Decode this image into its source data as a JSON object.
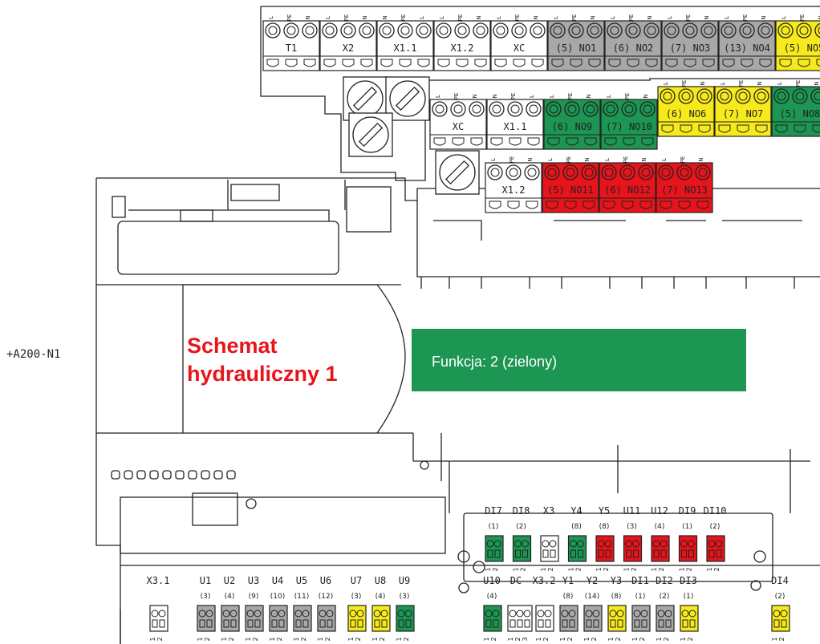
{
  "device_label": "+A200-N1",
  "scheme_title": "Schemat hydrauliczny 1",
  "function_box": {
    "text": "Funkcja: 2 (zielony)",
    "color": "#1c9652"
  },
  "colors": {
    "grey": "#a8a8a8",
    "yellow": "#f7ea1c",
    "green": "#1c9652",
    "red": "#e8141b",
    "white": "#ffffff",
    "title": "#e8141b"
  },
  "top_terminals": [
    {
      "label": "T1",
      "color": "white",
      "pins": [
        "L",
        "PE",
        "N"
      ]
    },
    {
      "label": "X2",
      "color": "white",
      "pins": [
        "L",
        "PE",
        "N"
      ]
    },
    {
      "label": "X1.1",
      "color": "white",
      "pins": [
        "N",
        "PE",
        "L"
      ]
    },
    {
      "label": "X1.2",
      "color": "white",
      "pins": [
        "L",
        "PE",
        "N"
      ]
    },
    {
      "label": "XC",
      "color": "white",
      "pins": [
        "L",
        "PE",
        "N"
      ]
    },
    {
      "label": "(5) NO1",
      "color": "grey",
      "pins": [
        "L",
        "PE",
        "N"
      ]
    },
    {
      "label": "(6) NO2",
      "color": "grey",
      "pins": [
        "L",
        "PE",
        "N"
      ]
    },
    {
      "label": "(7) NO3",
      "color": "grey",
      "pins": [
        "L",
        "PE",
        "N"
      ]
    },
    {
      "label": "(13) NO4",
      "color": "grey",
      "pins": [
        "L",
        "PE",
        "N"
      ]
    },
    {
      "label": "(5) NO5",
      "color": "yellow",
      "pins": [
        "L",
        "PE",
        "N"
      ]
    }
  ],
  "row2_terminals": [
    {
      "label": "(6) NO6",
      "color": "yellow",
      "pins": [
        "L",
        "PE",
        "N"
      ]
    },
    {
      "label": "(7) NO7",
      "color": "yellow",
      "pins": [
        "L",
        "PE",
        "N"
      ]
    },
    {
      "label": "(5) NO8",
      "color": "green",
      "pins": [
        "L",
        "PE",
        "N"
      ]
    }
  ],
  "mid_terminals": [
    {
      "label": "XC",
      "color": "white",
      "pins": [
        "L",
        "PE",
        "N"
      ]
    },
    {
      "label": "X1.1",
      "color": "white",
      "pins": [
        "N",
        "PE",
        "L"
      ]
    },
    {
      "label": "(6) NO9",
      "color": "green",
      "pins": [
        "L",
        "PE",
        "N"
      ]
    },
    {
      "label": "(7) NO10",
      "color": "green",
      "pins": [
        "L",
        "PE",
        "N"
      ]
    }
  ],
  "row4_terminals": [
    {
      "label": "X1.2",
      "color": "white",
      "pins": [
        "L",
        "PE",
        "N"
      ]
    },
    {
      "label": "(5) NO11",
      "color": "red",
      "pins": [
        "L",
        "PE",
        "N"
      ]
    },
    {
      "label": "(6) NO12",
      "color": "red",
      "pins": [
        "L",
        "PE",
        "N"
      ]
    },
    {
      "label": "(7) NO13",
      "color": "red",
      "pins": [
        "L",
        "PE",
        "N"
      ]
    }
  ],
  "upper_io": [
    {
      "label": "DI7",
      "count": "(1)",
      "color": "green"
    },
    {
      "label": "DI8",
      "count": "(2)",
      "color": "green"
    },
    {
      "label": "X3",
      "count": "",
      "color": "white"
    },
    {
      "label": "Y4",
      "count": "(8)",
      "color": "green"
    },
    {
      "label": "Y5",
      "count": "(8)",
      "color": "red"
    },
    {
      "label": "U11",
      "count": "(3)",
      "color": "red"
    },
    {
      "label": "U12",
      "count": "(4)",
      "color": "red"
    },
    {
      "label": "DI9",
      "count": "(1)",
      "color": "red"
    },
    {
      "label": "DI10",
      "count": "(2)",
      "color": "red"
    }
  ],
  "bottom_io": [
    {
      "label": "X3.1",
      "count": "",
      "color": "white"
    },
    {
      "label": "U1",
      "count": "(3)",
      "color": "grey"
    },
    {
      "label": "U2",
      "count": "(4)",
      "color": "grey"
    },
    {
      "label": "U3",
      "count": "(9)",
      "color": "grey"
    },
    {
      "label": "U4",
      "count": "(10)",
      "color": "grey"
    },
    {
      "label": "U5",
      "count": "(11)",
      "color": "grey"
    },
    {
      "label": "U6",
      "count": "(12)",
      "color": "grey"
    },
    {
      "label": "U7",
      "count": "(3)",
      "color": "yellow"
    },
    {
      "label": "U8",
      "count": "(4)",
      "color": "yellow"
    },
    {
      "label": "U9",
      "count": "(3)",
      "color": "green"
    },
    {
      "label": "U10",
      "count": "(4)",
      "color": "green"
    },
    {
      "label": "DC",
      "count": "",
      "color": "white"
    },
    {
      "label": "X3.2",
      "count": "",
      "color": "white"
    },
    {
      "label": "Y1",
      "count": "(8)",
      "color": "grey"
    },
    {
      "label": "Y2",
      "count": "(14)",
      "color": "grey"
    },
    {
      "label": "Y3",
      "count": "(8)",
      "color": "yellow"
    },
    {
      "label": "DI1",
      "count": "(1)",
      "color": "grey"
    },
    {
      "label": "DI2",
      "count": "(2)",
      "color": "grey"
    },
    {
      "label": "DI3",
      "count": "(1)",
      "color": "yellow"
    },
    {
      "label": "DI4",
      "count": "(2)",
      "color": "yellow"
    }
  ],
  "pin_numbers": [
    "1",
    "2"
  ],
  "pin_numbers_3": [
    "1",
    "2",
    "3"
  ]
}
